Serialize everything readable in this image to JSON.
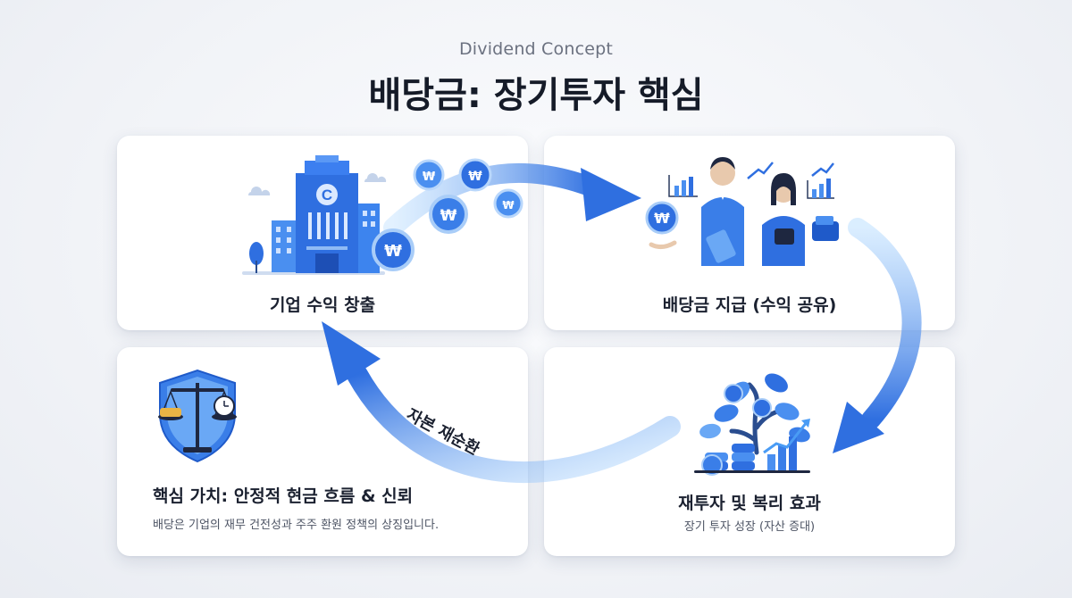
{
  "header": {
    "subtitle": "Dividend Concept",
    "title": "배당금: 장기투자 핵심"
  },
  "cards": {
    "top_left": {
      "label": "기업 수익 창출",
      "icon": "company-building-icon"
    },
    "top_right": {
      "label": "배당금 지급 (수익 공유)",
      "icon": "shareholders-icon"
    },
    "bottom_left": {
      "label": "핵심 가치: 안정적 현금 흐름 & 신뢰",
      "sub": "배당은 기업의 재무 건전성과 주주 환원 정책의 상징입니다.",
      "icon": "balance-scale-shield-icon"
    },
    "bottom_right": {
      "label": "재투자 및 복리 효과",
      "sub": "장기 투자 성장 (자산 증대)",
      "icon": "money-tree-growth-icon"
    }
  },
  "cycle_label": "자본 재순환",
  "currency_symbol": "₩",
  "colors": {
    "accent": "#2f6fe0",
    "accent_light": "#8ec6ff",
    "text": "#1b2130"
  }
}
